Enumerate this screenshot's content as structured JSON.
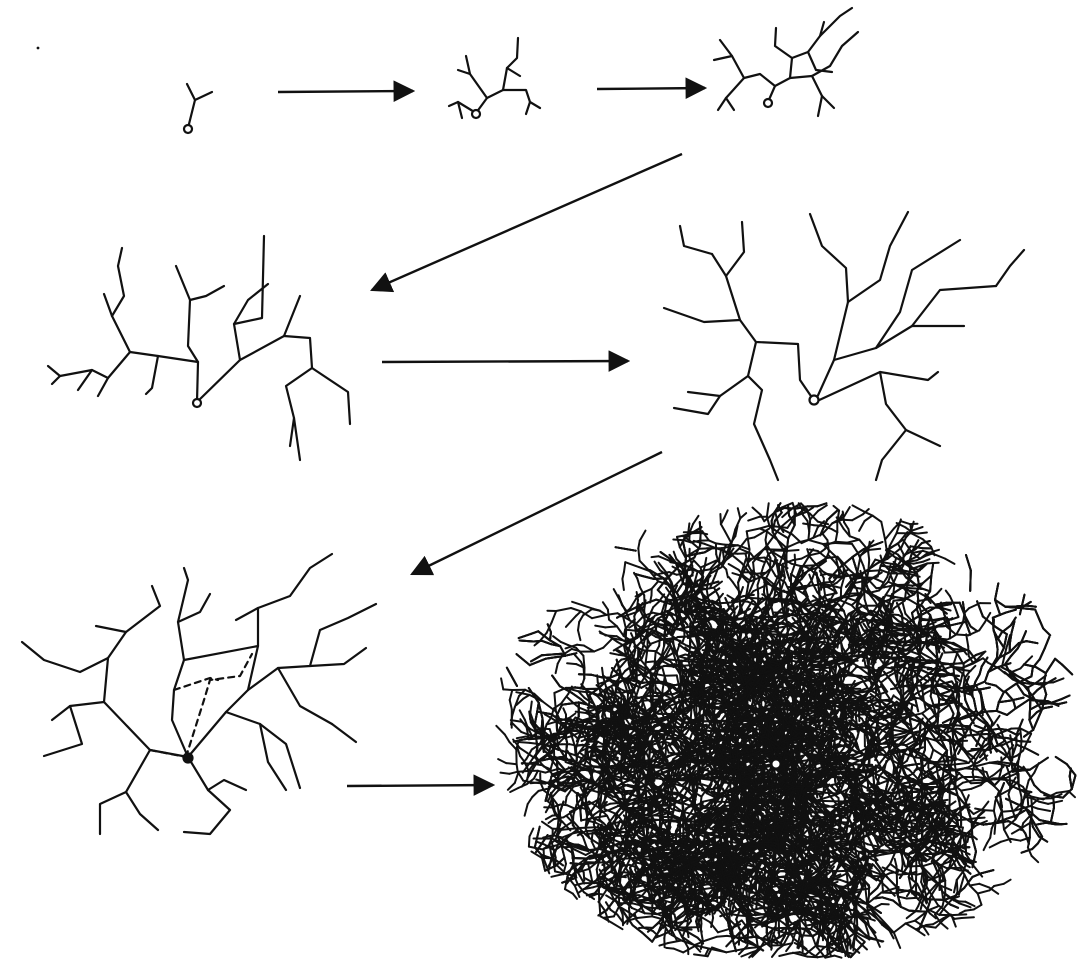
{
  "figure": {
    "description_visible_text": "",
    "stage_count": 7,
    "line_color": "#111111",
    "background": "#ffffff",
    "stages": [
      {
        "id": "stage-1",
        "label": ""
      },
      {
        "id": "stage-2",
        "label": ""
      },
      {
        "id": "stage-3",
        "label": ""
      },
      {
        "id": "stage-4",
        "label": ""
      },
      {
        "id": "stage-5",
        "label": ""
      },
      {
        "id": "stage-6",
        "label": ""
      },
      {
        "id": "stage-7",
        "label": ""
      }
    ]
  }
}
